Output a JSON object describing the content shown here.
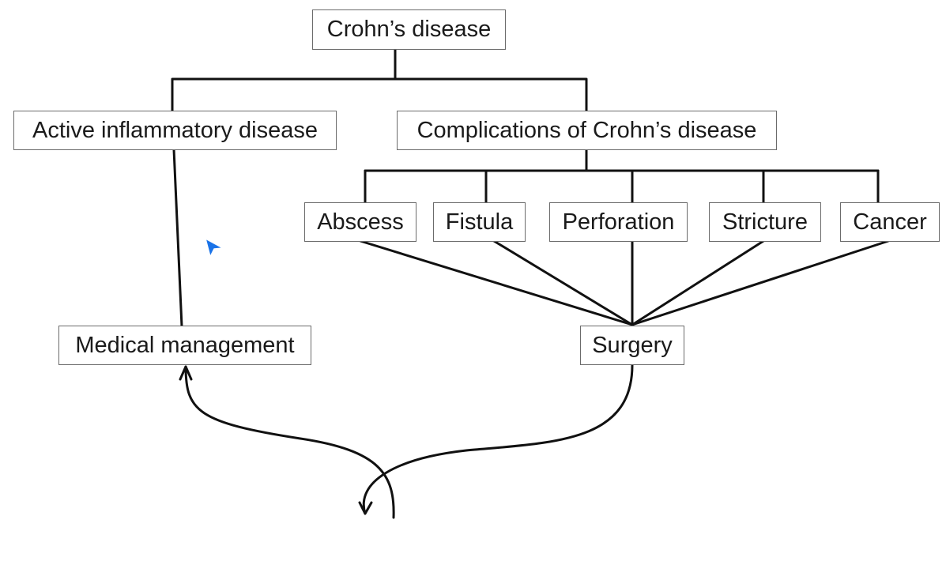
{
  "diagram": {
    "root": "Crohn’s disease",
    "branches": {
      "left": "Active inflammatory disease",
      "right": "Complications of Crohn’s disease"
    },
    "complications": [
      "Abscess",
      "Fistula",
      "Perforation",
      "Stricture",
      "Cancer"
    ],
    "outcomes": {
      "medical": "Medical management",
      "surgery": "Surgery"
    }
  },
  "colors": {
    "line": "#111111",
    "box_border": "#6b6b6b",
    "text": "#1a1a1a",
    "cursor": "#1a73e8"
  }
}
